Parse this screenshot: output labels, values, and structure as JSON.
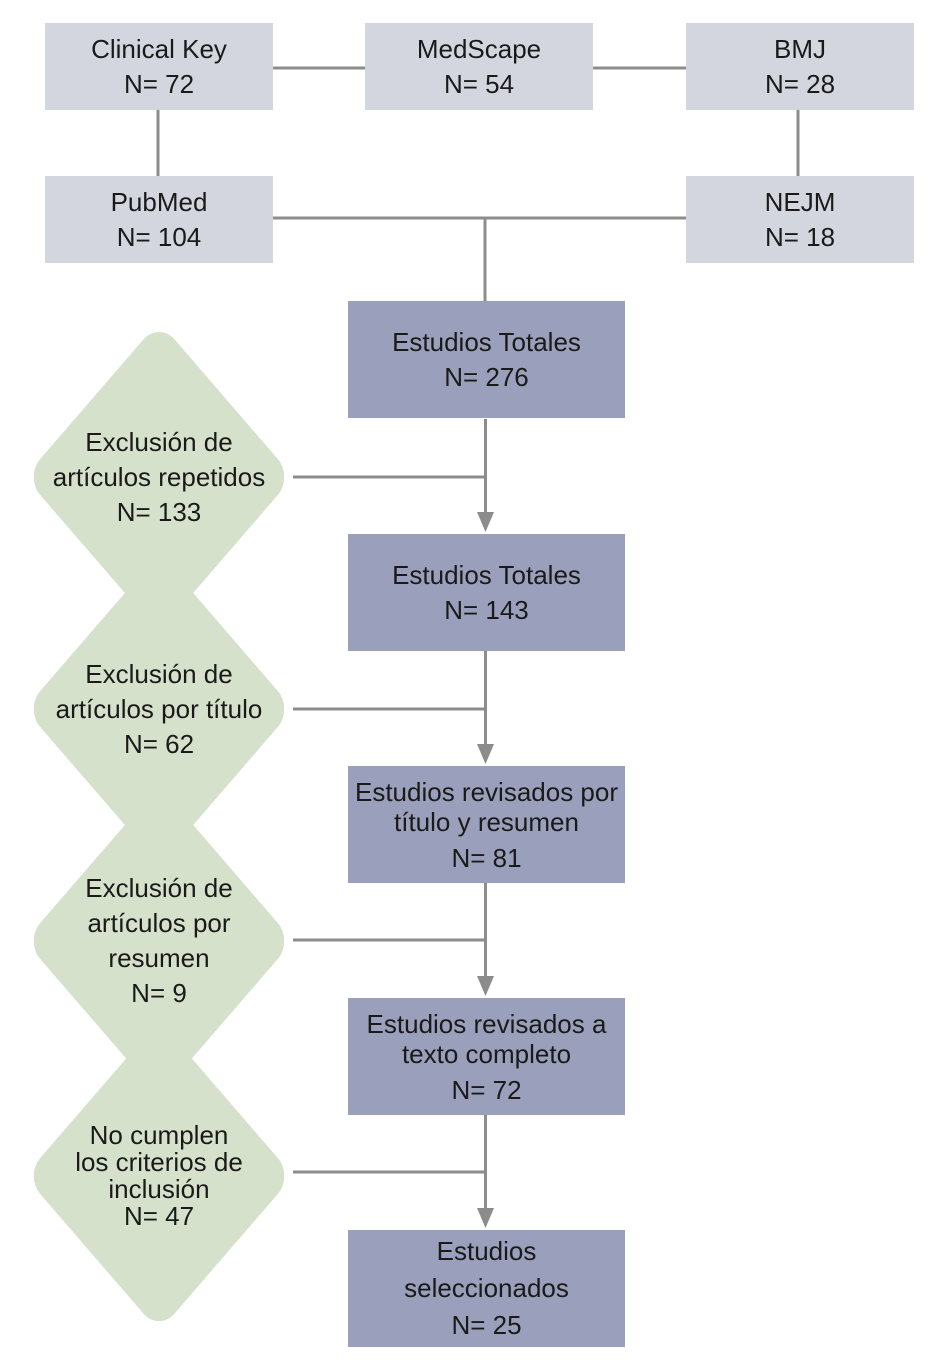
{
  "sources": [
    {
      "name": "Clinical Key",
      "n": "N= 72"
    },
    {
      "name": "MedScape",
      "n": "N= 54"
    },
    {
      "name": "BMJ",
      "n": "N= 28"
    },
    {
      "name": "PubMed",
      "n": "N= 104"
    },
    {
      "name": "NEJM",
      "n": "N= 18"
    }
  ],
  "stages": [
    {
      "lines": [
        "Estudios Totales"
      ],
      "n": "N= 276"
    },
    {
      "lines": [
        "Estudios Totales"
      ],
      "n": "N= 143"
    },
    {
      "lines": [
        "Estudios revisados por",
        "título y resumen"
      ],
      "n": "N= 81"
    },
    {
      "lines": [
        "Estudios revisados a",
        "texto completo"
      ],
      "n": "N= 72"
    },
    {
      "lines": [
        "Estudios",
        "seleccionados"
      ],
      "n": "N= 25"
    }
  ],
  "exclusions": [
    {
      "lines": [
        "Exclusión de",
        "artículos repetidos"
      ],
      "n": "N= 133"
    },
    {
      "lines": [
        "Exclusión de",
        "artículos por título"
      ],
      "n": "N= 62"
    },
    {
      "lines": [
        "Exclusión de",
        "artículos por",
        "resumen"
      ],
      "n": "N= 9"
    },
    {
      "lines": [
        "No cumplen",
        "los criterios de",
        "inclusión"
      ],
      "n": "N= 47"
    }
  ]
}
